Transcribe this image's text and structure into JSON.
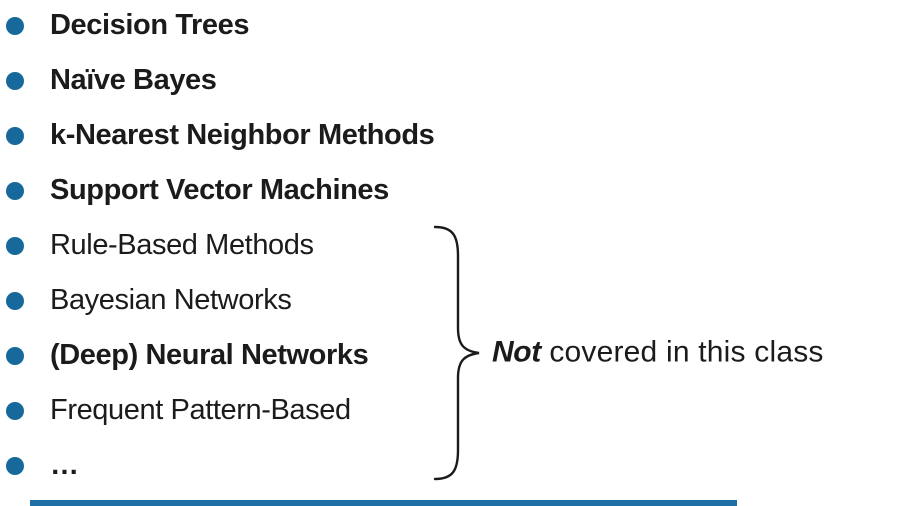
{
  "slide": {
    "bullet_color": "#17689B",
    "text_color": "#1b1b1b",
    "items": [
      {
        "label": "Decision Trees",
        "bold": true
      },
      {
        "label": "Naïve Bayes",
        "bold": true
      },
      {
        "label": "k-Nearest Neighbor Methods",
        "bold": true
      },
      {
        "label": "Support Vector Machines",
        "bold": true
      },
      {
        "label": "Rule-Based Methods",
        "bold": false
      },
      {
        "label": "Bayesian Networks",
        "bold": false
      },
      {
        "label": "(Deep) Neural Networks",
        "bold": true
      },
      {
        "label": "Frequent Pattern-Based",
        "bold": false
      },
      {
        "label": "…",
        "bold": true
      }
    ],
    "annotation": {
      "emphasis": "Not",
      "text": " covered in this class"
    },
    "footer_bar_color": "#1D6FA5"
  }
}
